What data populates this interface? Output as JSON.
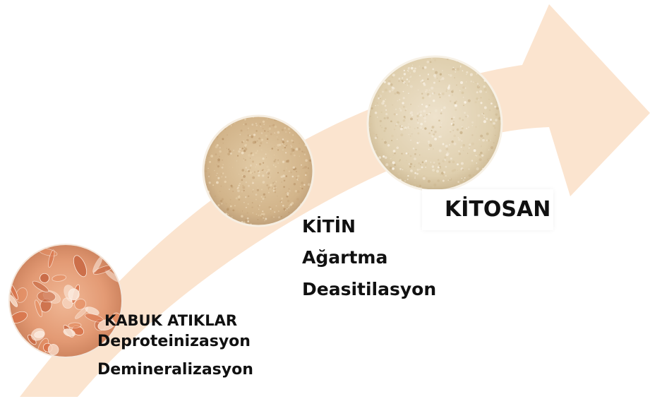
{
  "colors": {
    "arrow_fill": "#fbe3cc",
    "shell_base": "#e8a27e",
    "chitin_base": "#d9bf99",
    "chitosan_base": "#e2d3b7",
    "text": "#111111"
  },
  "stages": [
    {
      "image": "shrimp-shell-photo",
      "title": "KABUK ATIKLAR",
      "steps": [
        "Deproteinizasyon",
        "Demineralizasyon"
      ]
    },
    {
      "image": "chitin-powder-photo",
      "title": "KİTİN",
      "steps": [
        "Ağartma",
        "Deasitilasyon"
      ]
    },
    {
      "image": "chitosan-powder-photo",
      "title": "KİTOSAN",
      "steps": []
    }
  ]
}
